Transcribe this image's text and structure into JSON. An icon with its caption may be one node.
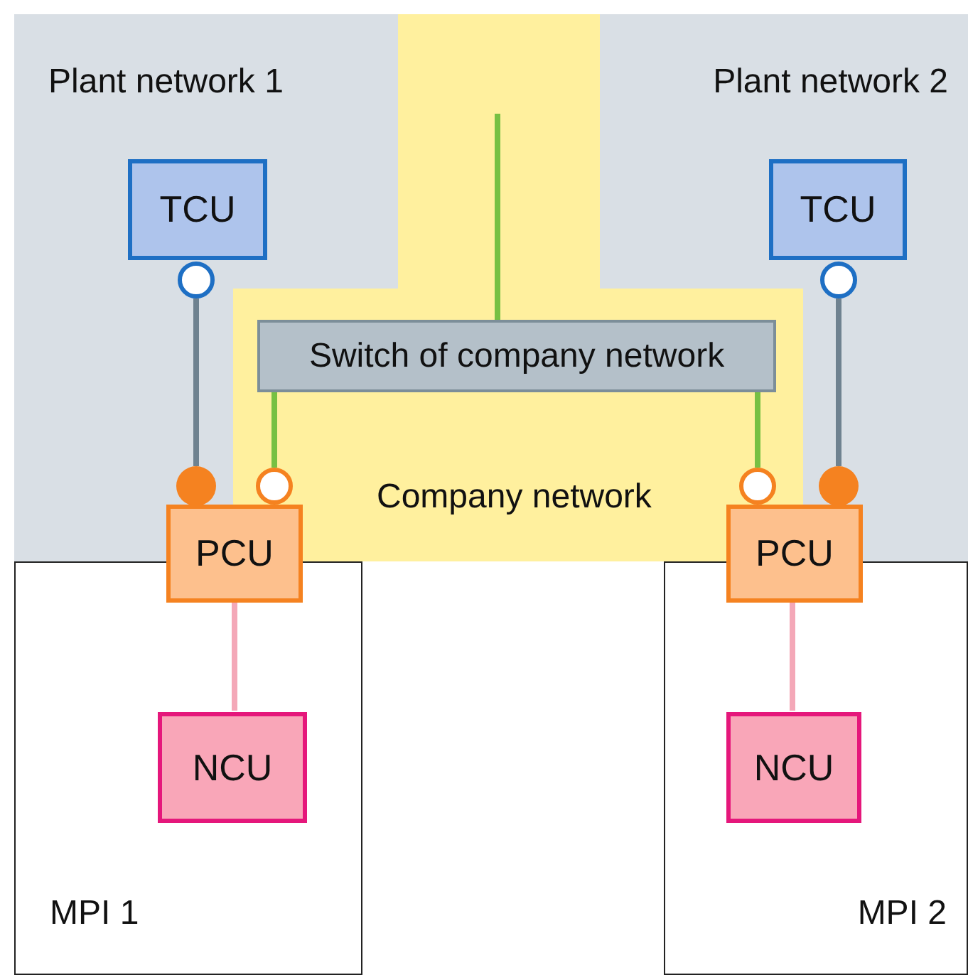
{
  "diagram": {
    "nodes": [
      {
        "text": [
          "Plant network 1"
        ]
      },
      {
        "text": [
          "TCU"
        ],
        "in": 0
      },
      {
        "text": [],
        "shape": "circle",
        "in": 0
      },
      {
        "text": [],
        "shape": "circle",
        "in": 0
      },
      {
        "text": [
          "Plant network 2"
        ]
      },
      {
        "text": [
          "TCU"
        ],
        "in": 4
      },
      {
        "text": [],
        "shape": "circle",
        "in": 4
      },
      {
        "text": [],
        "shape": "circle",
        "in": 4
      },
      {
        "text": [
          "Company network"
        ]
      },
      {
        "text": [
          "Switch of company network"
        ],
        "in": 8
      },
      {
        "text": [],
        "shape": "circle"
      },
      {
        "text": [],
        "shape": "circle"
      },
      {
        "text": [
          "PCU"
        ]
      },
      {
        "text": [
          "PCU"
        ]
      },
      {
        "text": [
          "MPI 1"
        ]
      },
      {
        "text": [
          "NCU"
        ],
        "in": 14
      },
      {
        "text": [
          "MPI 2"
        ]
      },
      {
        "text": [
          "NCU"
        ],
        "in": 16
      }
    ],
    "edges": [
      {
        "from": null,
        "to": 9,
        "arrow": "none",
        "color": "#77c043"
      },
      {
        "from": 2,
        "to": 3,
        "arrow": "none",
        "color": "#6f8290"
      },
      {
        "from": 6,
        "to": 7,
        "arrow": "none",
        "color": "#6f8290"
      },
      {
        "from": 9,
        "to": 10,
        "arrow": "none",
        "color": "#77c043"
      },
      {
        "from": 9,
        "to": 11,
        "arrow": "none",
        "color": "#77c043"
      },
      {
        "from": 12,
        "to": 15,
        "arrow": "none",
        "color": "#f4a8b8"
      },
      {
        "from": 13,
        "to": 17,
        "arrow": "none",
        "color": "#f4a8b8"
      }
    ]
  }
}
